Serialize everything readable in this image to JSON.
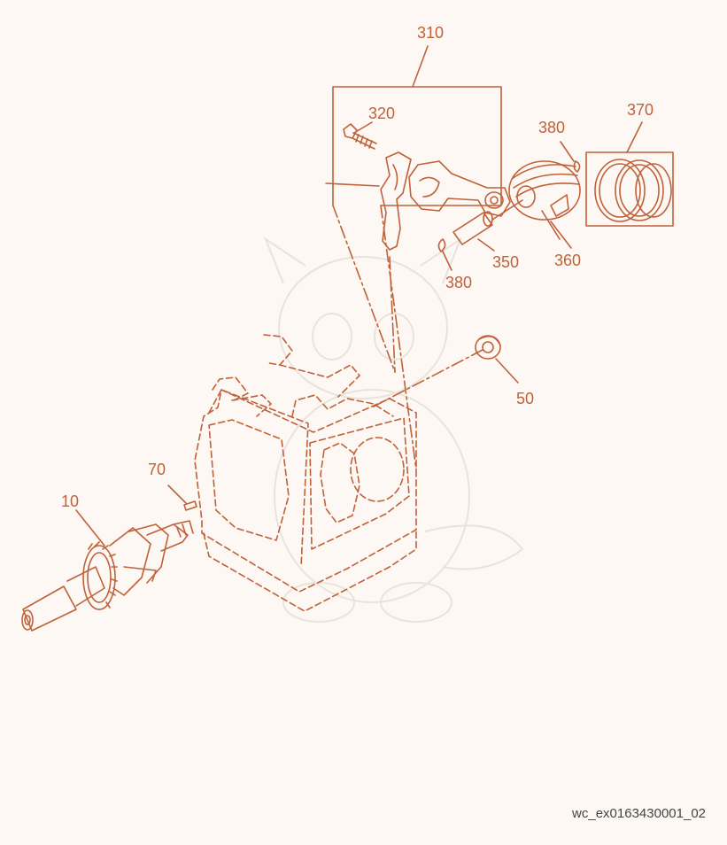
{
  "colors": {
    "line": "#c0613a",
    "line_light": "#d99a7c",
    "watermark": "#e9e3dd",
    "background": "#fdf8f3",
    "ref_text": "#444444"
  },
  "labels": {
    "l310": "310",
    "l320": "320",
    "l380a": "380",
    "l370": "370",
    "l350": "350",
    "l360": "360",
    "l380b": "380",
    "l50": "50",
    "l70": "70",
    "l10": "10"
  },
  "parts": {
    "crankcase": "crankcase-icon",
    "crankshaft": "crankshaft-icon",
    "key": "key-icon",
    "seal": "oil-seal-icon",
    "connecting_rod": "connecting-rod-icon",
    "bolt": "bolt-icon",
    "piston": "piston-icon",
    "piston_pin": "piston-pin-icon",
    "clip": "clip-icon",
    "rings": "piston-rings-icon"
  },
  "reference_id": "wc_ex0163430001_02"
}
